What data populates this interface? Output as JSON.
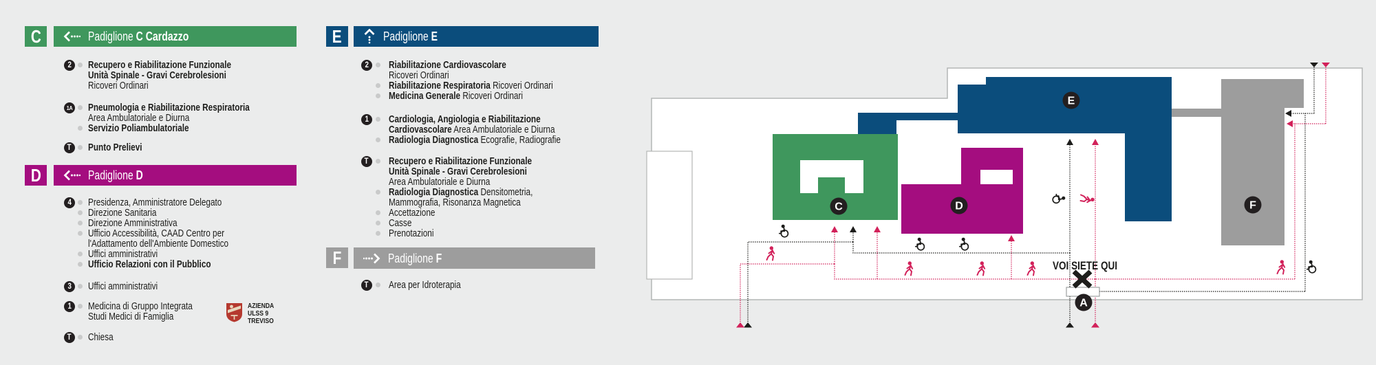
{
  "background": "#ebecec",
  "colors": {
    "green": "#3f975d",
    "magenta": "#a40d7f",
    "blue": "#0b4d7c",
    "gray": "#9d9d9d",
    "route_black": "#1d1d1b",
    "route_pink": "#d2215a",
    "bullet": "#c9caca",
    "marker_bg": "#231f20",
    "map_fill": "#ffffff",
    "map_border": "#b3b6b5",
    "text": "#1d1d1b"
  },
  "legend": {
    "sections": [
      {
        "id": "C",
        "letter": "C",
        "color_key": "green",
        "arrow": "left",
        "title_regular": "Padiglione",
        "title_bold": "C Cardazzo",
        "items": [
          {
            "marker": "2",
            "lines": [
              {
                "bullet": true,
                "segments": [
                  {
                    "t": "Recupero e Riabilitazione Funzionale",
                    "b": true
                  }
                ]
              },
              {
                "bullet": false,
                "segments": [
                  {
                    "t": "Unità Spinale - Gravi Cerebrolesioni",
                    "b": true
                  }
                ]
              },
              {
                "bullet": false,
                "segments": [
                  {
                    "t": "Ricoveri Ordinari",
                    "b": false
                  }
                ]
              }
            ]
          },
          {
            "marker": "1A",
            "lines": [
              {
                "bullet": true,
                "segments": [
                  {
                    "t": "Pneumologia e Riabilitazione Respiratoria",
                    "b": true
                  }
                ]
              },
              {
                "bullet": false,
                "segments": [
                  {
                    "t": "Area Ambulatoriale e Diurna",
                    "b": false
                  }
                ]
              },
              {
                "bullet": true,
                "segments": [
                  {
                    "t": "Servizio Poliambulatoriale",
                    "b": true
                  }
                ]
              }
            ]
          },
          {
            "marker": "T",
            "lines": [
              {
                "bullet": true,
                "segments": [
                  {
                    "t": "Punto Prelievi",
                    "b": true
                  }
                ]
              }
            ]
          }
        ]
      },
      {
        "id": "D",
        "letter": "D",
        "color_key": "magenta",
        "arrow": "left",
        "title_regular": "Padiglione",
        "title_bold": "D",
        "items": [
          {
            "marker": "4",
            "lines": [
              {
                "bullet": true,
                "segments": [
                  {
                    "t": "Presidenza, Amministratore Delegato",
                    "b": false
                  }
                ]
              },
              {
                "bullet": true,
                "segments": [
                  {
                    "t": "Direzione Sanitaria",
                    "b": false
                  }
                ]
              },
              {
                "bullet": true,
                "segments": [
                  {
                    "t": "Direzione Amministrativa",
                    "b": false
                  }
                ]
              },
              {
                "bullet": true,
                "segments": [
                  {
                    "t": "Ufficio Accessibilità, CAAD Centro per",
                    "b": false
                  }
                ]
              },
              {
                "bullet": false,
                "segments": [
                  {
                    "t": "l'Adattamento dell'Ambiente Domestico",
                    "b": false
                  }
                ]
              },
              {
                "bullet": true,
                "segments": [
                  {
                    "t": "Uffici amministrativi",
                    "b": false
                  }
                ]
              },
              {
                "bullet": true,
                "segments": [
                  {
                    "t": "Ufficio Relazioni con il Pubblico",
                    "b": true
                  }
                ]
              }
            ]
          },
          {
            "marker": "3",
            "lines": [
              {
                "bullet": true,
                "segments": [
                  {
                    "t": "Uffici amministrativi",
                    "b": false
                  }
                ]
              }
            ]
          },
          {
            "marker": "1",
            "lines": [
              {
                "bullet": true,
                "segments": [
                  {
                    "t": "Medicina di Gruppo Integrata",
                    "b": false
                  }
                ]
              },
              {
                "bullet": false,
                "segments": [
                  {
                    "t": "Studi Medici di Famiglia",
                    "b": false
                  }
                ]
              }
            ]
          },
          {
            "marker": "T",
            "lines": [
              {
                "bullet": true,
                "segments": [
                  {
                    "t": "Chiesa",
                    "b": false
                  }
                ]
              }
            ]
          }
        ]
      },
      {
        "id": "E",
        "letter": "E",
        "color_key": "blue",
        "arrow": "up",
        "title_regular": "Padiglione",
        "title_bold": "E",
        "items": [
          {
            "marker": "2",
            "lines": [
              {
                "bullet": true,
                "segments": [
                  {
                    "t": "Riabilitazione Cardiovascolare",
                    "b": true
                  }
                ]
              },
              {
                "bullet": false,
                "segments": [
                  {
                    "t": "Ricoveri Ordinari",
                    "b": false
                  }
                ]
              },
              {
                "bullet": true,
                "segments": [
                  {
                    "t": "Riabilitazione Respiratoria",
                    "b": true
                  },
                  {
                    "t": " Ricoveri Ordinari",
                    "b": false
                  }
                ]
              },
              {
                "bullet": true,
                "segments": [
                  {
                    "t": "Medicina Generale",
                    "b": true
                  },
                  {
                    "t": " Ricoveri Ordinari",
                    "b": false
                  }
                ]
              }
            ]
          },
          {
            "marker": "1",
            "lines": [
              {
                "bullet": true,
                "segments": [
                  {
                    "t": "Cardiologia, Angiologia e Riabilitazione",
                    "b": true
                  }
                ]
              },
              {
                "bullet": false,
                "segments": [
                  {
                    "t": "Cardiovascolare",
                    "b": true
                  },
                  {
                    "t": " Area Ambulatoriale e Diurna",
                    "b": false
                  }
                ]
              },
              {
                "bullet": true,
                "segments": [
                  {
                    "t": "Radiologia Diagnostica",
                    "b": true
                  },
                  {
                    "t": " Ecografie, Radiografie",
                    "b": false
                  }
                ]
              }
            ]
          },
          {
            "marker": "T",
            "lines": [
              {
                "bullet": true,
                "segments": [
                  {
                    "t": "Recupero e Riabilitazione Funzionale",
                    "b": true
                  }
                ]
              },
              {
                "bullet": false,
                "segments": [
                  {
                    "t": "Unità Spinale - Gravi Cerebrolesioni",
                    "b": true
                  }
                ]
              },
              {
                "bullet": false,
                "segments": [
                  {
                    "t": "Area Ambulatoriale e Diurna",
                    "b": false
                  }
                ]
              },
              {
                "bullet": true,
                "segments": [
                  {
                    "t": "Radiologia Diagnostica",
                    "b": true
                  },
                  {
                    "t": " Densitometria,",
                    "b": false
                  }
                ]
              },
              {
                "bullet": false,
                "segments": [
                  {
                    "t": "Mammografia, Risonanza Magnetica",
                    "b": false
                  }
                ]
              },
              {
                "bullet": true,
                "segments": [
                  {
                    "t": "Accettazione",
                    "b": false
                  }
                ]
              },
              {
                "bullet": true,
                "segments": [
                  {
                    "t": "Casse",
                    "b": false
                  }
                ]
              },
              {
                "bullet": true,
                "segments": [
                  {
                    "t": "Prenotazioni",
                    "b": false
                  }
                ]
              }
            ]
          }
        ]
      },
      {
        "id": "F",
        "letter": "F",
        "color_key": "gray",
        "arrow": "right",
        "title_regular": "Padiglione",
        "title_bold": "F",
        "items": [
          {
            "marker": "T",
            "lines": [
              {
                "bullet": true,
                "segments": [
                  {
                    "t": "Area per Idroterapia",
                    "b": false
                  }
                ]
              }
            ]
          }
        ]
      }
    ]
  },
  "logo": {
    "line1": "AZIENDA",
    "line2": "ULSS 9",
    "line3": "TREVISO"
  },
  "map": {
    "labels": {
      "C": "C",
      "D": "D",
      "E": "E",
      "F": "F",
      "A": "A"
    },
    "you_are_here": "VOI SIETE QUI"
  }
}
